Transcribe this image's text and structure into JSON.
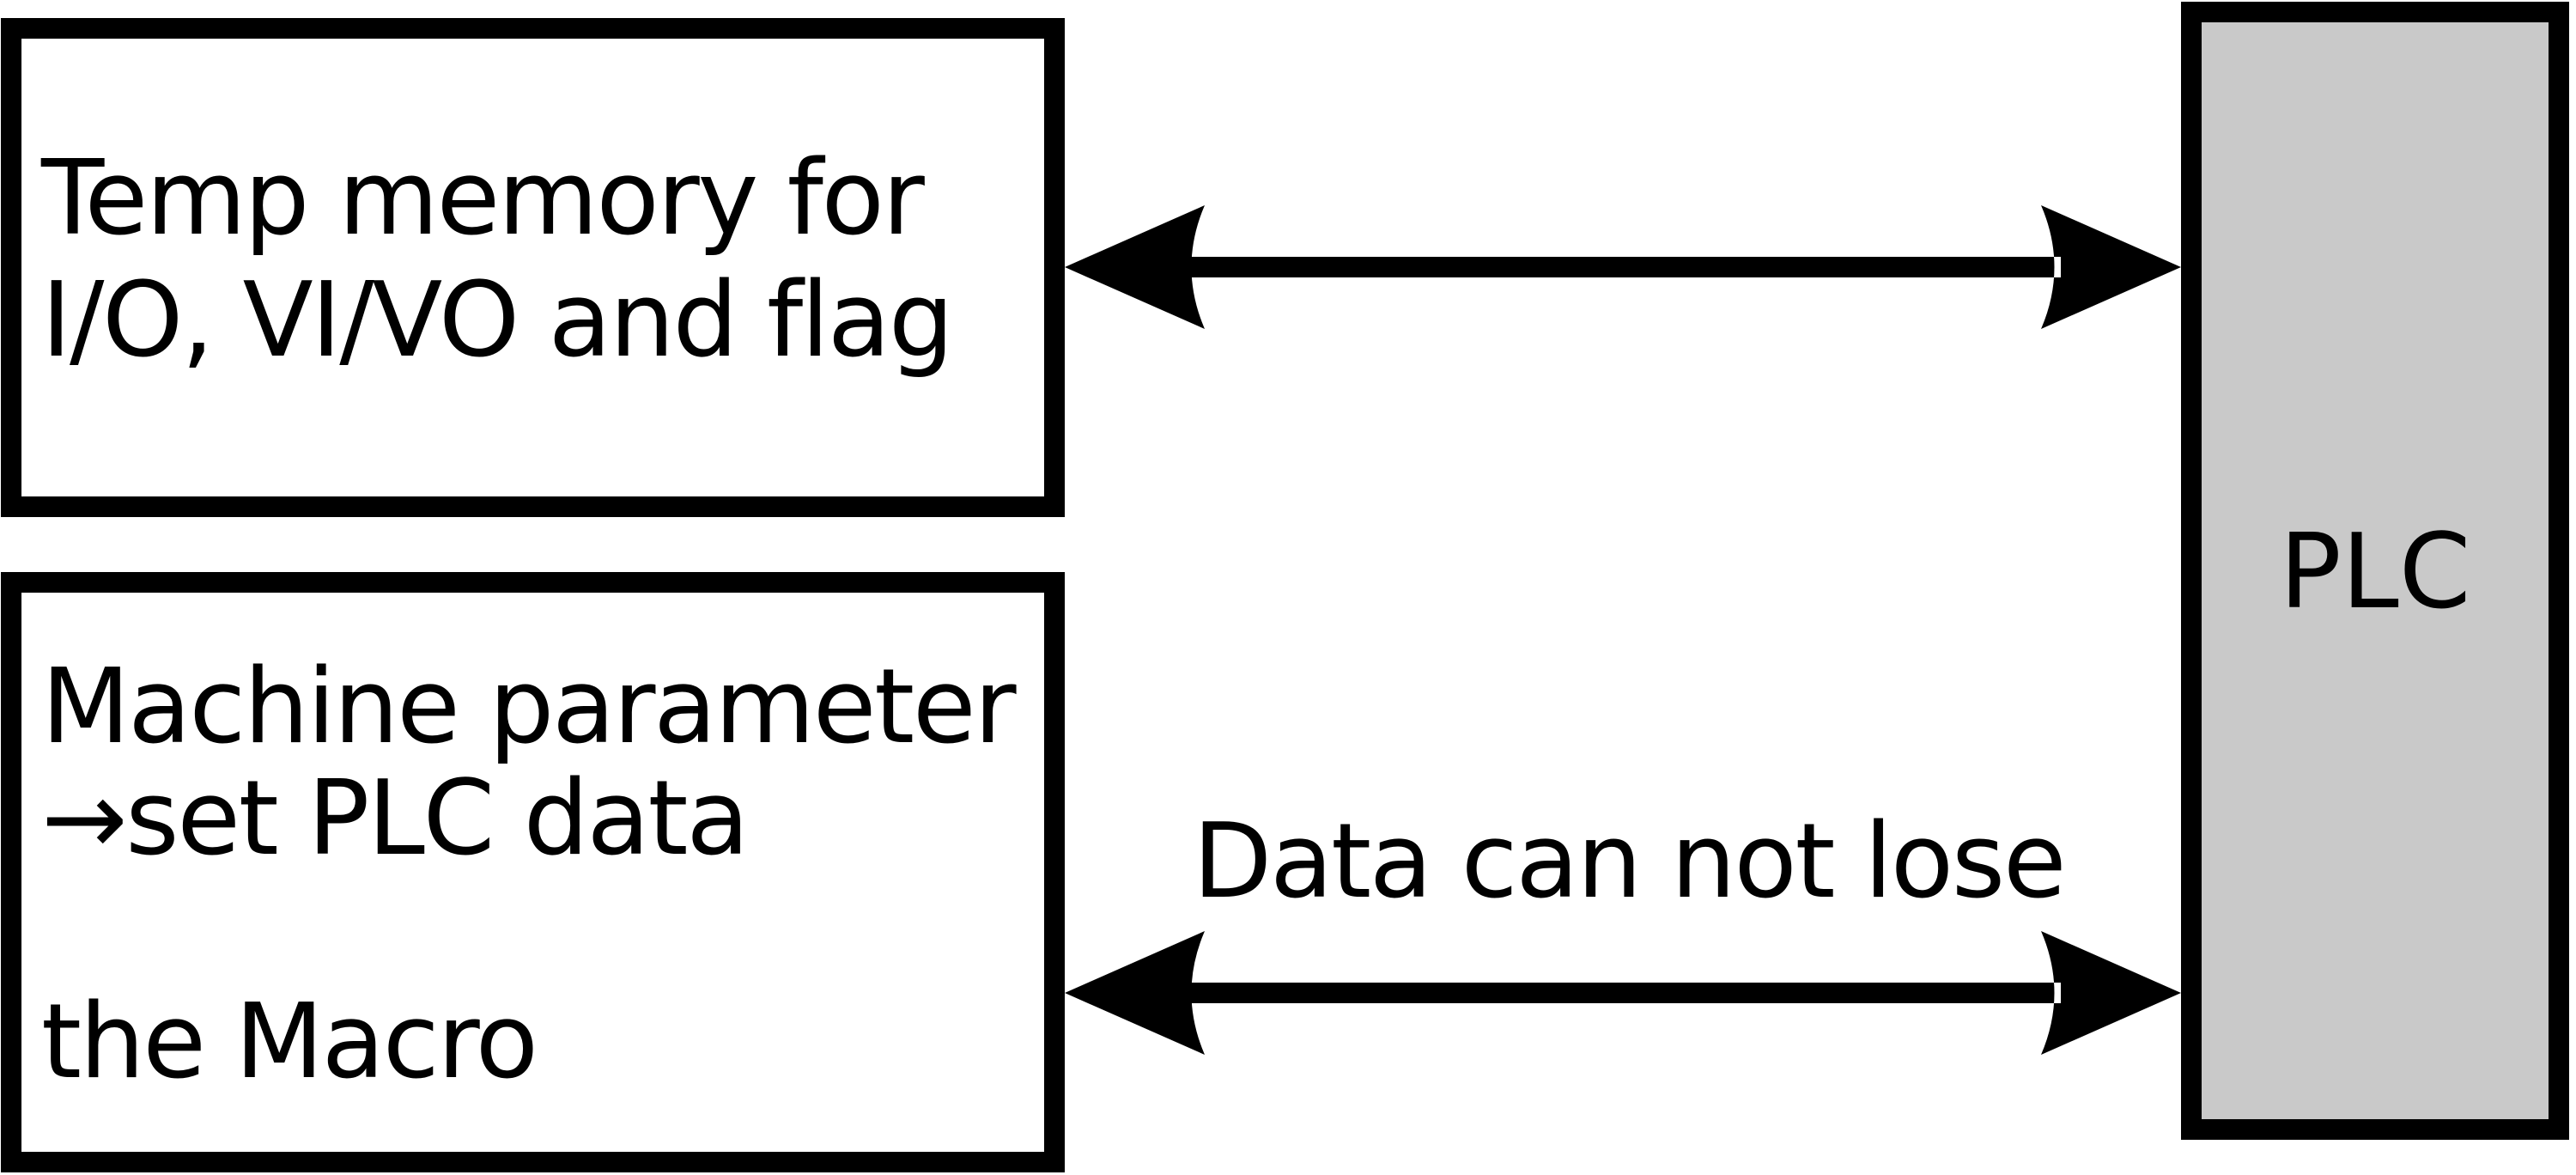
{
  "palette": {
    "background": "#ffffff",
    "box_border": "#000000",
    "box_fill": "#ffffff",
    "plc_fill": "#c9c9c9",
    "text": "#000000",
    "arrow": "#000000"
  },
  "boxes": {
    "temp_memory": {
      "text": "Temp memory for\nI/O, VI/VO and flag"
    },
    "machine_parameter": {
      "text": "Machine parameter\n→set PLC data\n\nthe Macro"
    },
    "plc": {
      "label": "PLC"
    }
  },
  "labels": {
    "data_note": "Data can not lose"
  },
  "arrows": {
    "top": {
      "name": "double-headed-arrow",
      "connects": [
        "temp_memory",
        "plc"
      ]
    },
    "bottom": {
      "name": "double-headed-arrow",
      "connects": [
        "machine_parameter",
        "plc"
      ]
    }
  }
}
